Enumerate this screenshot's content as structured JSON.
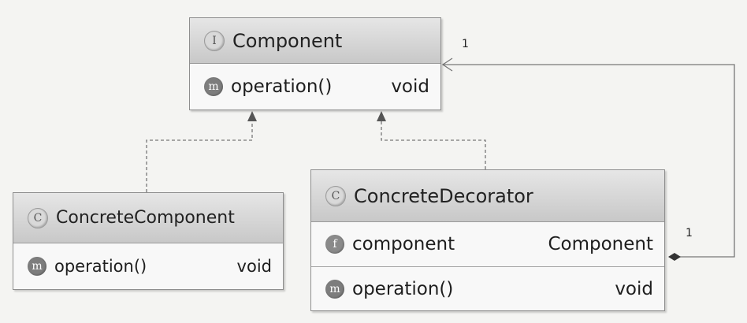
{
  "diagram": {
    "colors": {
      "line": "#6a6a6a",
      "header": "#d6d6d6",
      "body": "#f8f8f8"
    },
    "classes": {
      "component": {
        "kind_icon": "interface-icon",
        "badge_letter": "I",
        "name": "Component",
        "members": [
          {
            "badge_letter": "m",
            "icon": "method-icon",
            "name": "operation()",
            "type": "void"
          }
        ]
      },
      "concrete_component": {
        "kind_icon": "class-icon",
        "badge_letter": "C",
        "name": "ConcreteComponent",
        "members": [
          {
            "badge_letter": "m",
            "icon": "method-icon",
            "name": "operation()",
            "type": "void"
          }
        ]
      },
      "concrete_decorator": {
        "kind_icon": "class-icon",
        "badge_letter": "C",
        "name": "ConcreteDecorator",
        "members": [
          {
            "badge_letter": "f",
            "icon": "field-icon",
            "name": "component",
            "type": "Component"
          },
          {
            "badge_letter": "m",
            "icon": "method-icon",
            "name": "operation()",
            "type": "void"
          }
        ]
      }
    },
    "relations": [
      {
        "kind": "implements",
        "from": "ConcreteComponent",
        "to": "Component"
      },
      {
        "kind": "implements",
        "from": "ConcreteDecorator",
        "to": "Component"
      },
      {
        "kind": "aggregation",
        "from": "ConcreteDecorator",
        "to": "Component",
        "source_multiplicity": "1",
        "target_multiplicity": "1"
      }
    ]
  }
}
